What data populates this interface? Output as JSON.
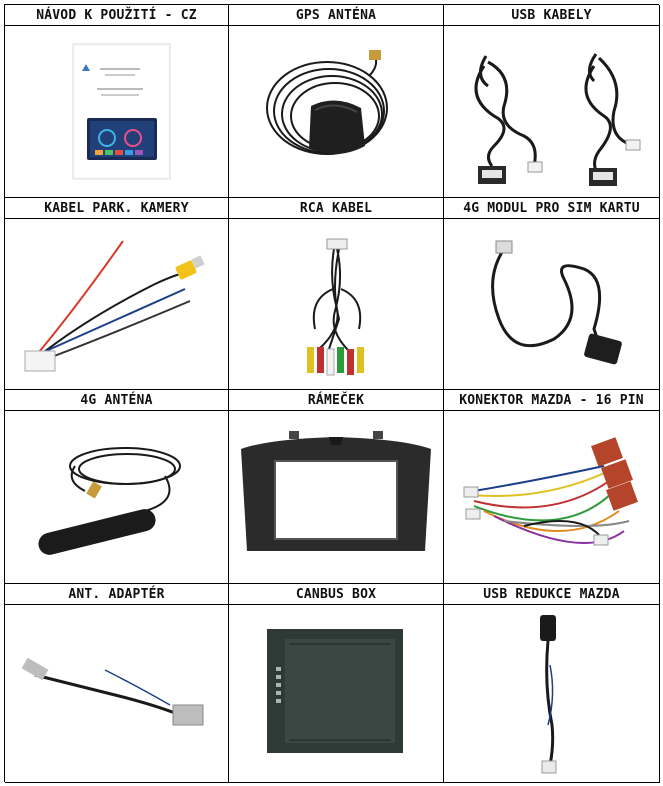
{
  "headers": [
    "NÁVOD K POUŽITÍ - CZ",
    "GPS ANTÉNA",
    "USB KABELY",
    "KABEL PARK. KAMERY",
    "RCA KABEL",
    "4G MODUL PRO SIM KARTU",
    "4G ANTÉNA",
    "RÁMEČEK",
    "KONEKTOR MAZDA - 16 PIN",
    "ANT. ADAPTÉR",
    "CANBUS BOX",
    "USB REDUKCE MAZDA"
  ],
  "icons": [
    "manual-booklet-image",
    "gps-antenna-image",
    "usb-cables-image",
    "parking-camera-cable-image",
    "rca-cable-image",
    "4g-sim-module-image",
    "4g-antenna-image",
    "dash-frame-image",
    "mazda-16pin-connector-image",
    "antenna-adapter-image",
    "canbus-box-image",
    "usb-adapter-mazda-image"
  ],
  "colors": {
    "border": "#000000",
    "cable": "#1a1a1a",
    "connector_white": "#f2f2f2",
    "connector_red": "#b5452a",
    "frame": "#2b2b2b"
  }
}
